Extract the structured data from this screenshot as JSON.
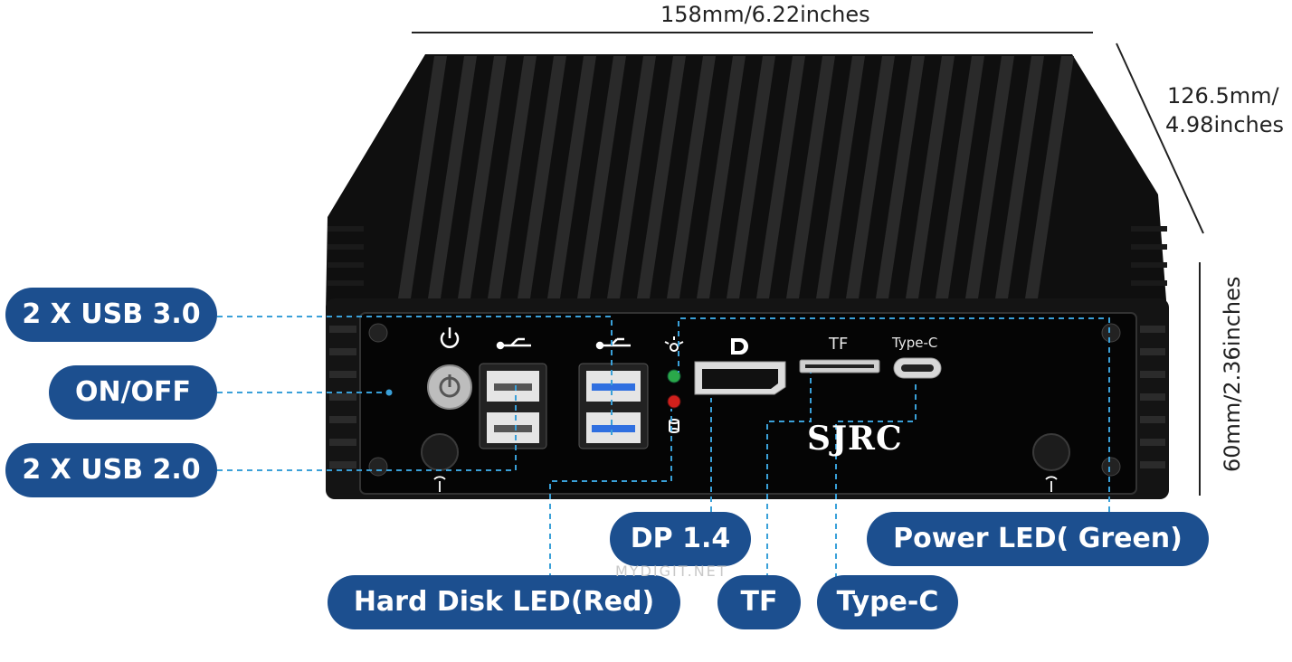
{
  "dimensions": {
    "width_label": "158mm/6.22inches",
    "depth_label_1": "126.5mm/",
    "depth_label_2": "4.98inches",
    "height_label": "60mm/2.36inches"
  },
  "callouts": {
    "usb3": "2 X USB 3.0",
    "onoff": "ON/OFF",
    "usb2": "2 X USB 2.0",
    "dp": "DP 1.4",
    "hdd_led": "Hard Disk LED(Red)",
    "tf": "TF",
    "typec": "Type-C",
    "power_led": "Power LED( Green)"
  },
  "panel_labels": {
    "tf": "TF",
    "typec": "Type-C",
    "brand": "SJRC"
  },
  "watermark": "MYDIGIT.NET",
  "colors": {
    "pill": "#1c4f8f",
    "leader": "#3aa0d8",
    "chassis": "#0d0d0d",
    "usb3_blue": "#2f6fe0",
    "led_green": "#2aa84a",
    "led_red": "#d0201c"
  },
  "icons": [
    "power-icon",
    "usb-icon",
    "led-icon",
    "displayport-icon",
    "disk-icon",
    "wifi-antenna-icon"
  ]
}
